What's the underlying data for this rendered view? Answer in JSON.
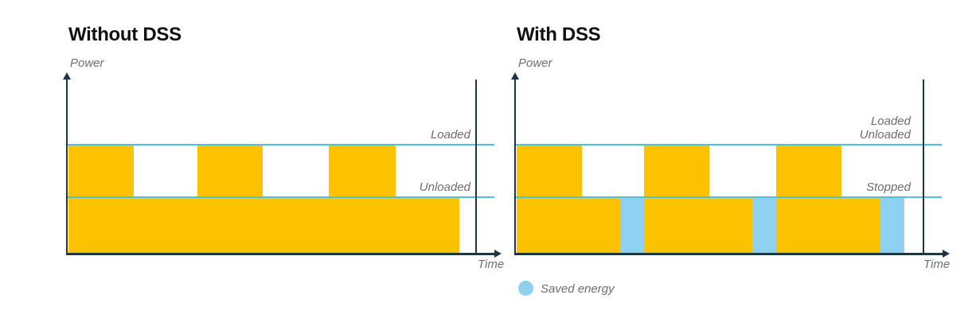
{
  "page": {
    "background": "#ffffff"
  },
  "colors": {
    "loaded_fill": "#FCC200",
    "saved_fill": "#8ED1F1",
    "level_line": "#4DC2D8",
    "axis": "#1C3646",
    "label_text": "#6D6E71",
    "title_text": "#111111"
  },
  "chart_data": [
    {
      "type": "area",
      "title": "Without DSS",
      "xlabel": "Time",
      "ylabel": "Power",
      "grid": false,
      "legend_position": "none",
      "levels": [
        "Loaded",
        "Unloaded"
      ],
      "level_lines": [
        {
          "level": "loaded",
          "labels": [
            "Loaded"
          ]
        },
        {
          "level": "unloaded",
          "labels": [
            "Unloaded"
          ]
        }
      ],
      "sequence": [
        {
          "state": "loaded",
          "duration": 82
        },
        {
          "state": "unloaded",
          "duration": 80
        },
        {
          "state": "loaded",
          "duration": 82
        },
        {
          "state": "unloaded",
          "duration": 83
        },
        {
          "state": "loaded",
          "duration": 84
        },
        {
          "state": "unloaded",
          "duration": 80
        }
      ]
    },
    {
      "type": "area",
      "title": "With DSS",
      "xlabel": "Time",
      "ylabel": "Power",
      "grid": false,
      "legend_position": "below",
      "levels": [
        "Loaded",
        "Unloaded",
        "Stopped"
      ],
      "level_lines": [
        {
          "level": "loaded",
          "labels": [
            "Loaded",
            "Unloaded"
          ]
        },
        {
          "level": "unloaded",
          "labels": [
            "Stopped"
          ]
        }
      ],
      "sequence": [
        {
          "state": "loaded",
          "duration": 82
        },
        {
          "state": "unloaded",
          "duration": 48
        },
        {
          "state": "stopped",
          "duration": 30
        },
        {
          "state": "loaded",
          "duration": 82
        },
        {
          "state": "unloaded",
          "duration": 54
        },
        {
          "state": "stopped",
          "duration": 30
        },
        {
          "state": "loaded",
          "duration": 82
        },
        {
          "state": "unloaded",
          "duration": 49
        },
        {
          "state": "stopped",
          "duration": 30
        }
      ],
      "legend": [
        {
          "swatch": "saved_fill",
          "label": "Saved energy"
        }
      ]
    }
  ]
}
